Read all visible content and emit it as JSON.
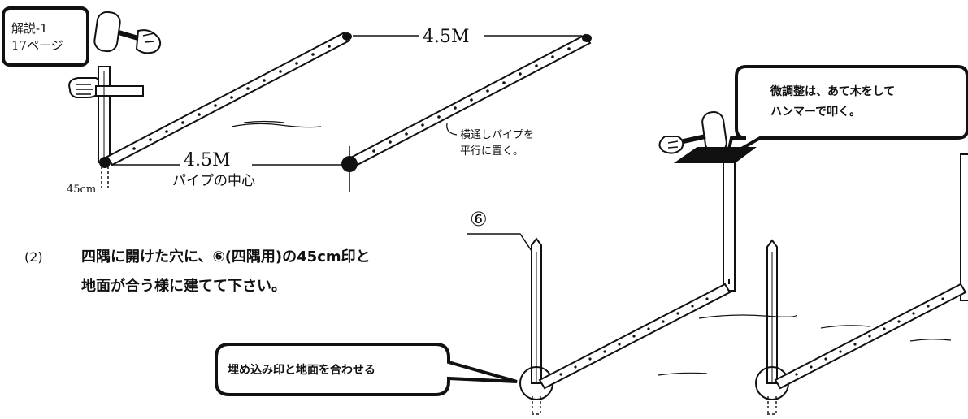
{
  "callout_ref": {
    "line1": "解説-1",
    "line2": "17ページ"
  },
  "dimensions": {
    "top_span": "4.5M",
    "bottom_span": "4.5M",
    "bottom_span_note": "パイプの中心",
    "depth": "45cm"
  },
  "annotation_pipe": {
    "line1": "横通しパイプを",
    "line2": "平行に置く。"
  },
  "callout_adjust": {
    "line1": "微調整は、あて木をして",
    "line2": "ハンマーで叩く。"
  },
  "part_marker": "⑥",
  "step": {
    "number": "(2)",
    "line1": "四隅に開けた穴に、⑥(四隅用)の45cm印と",
    "line2": "地面が合う様に建てて下さい。"
  },
  "callout_align": "埋め込み印と地面を合わせる"
}
